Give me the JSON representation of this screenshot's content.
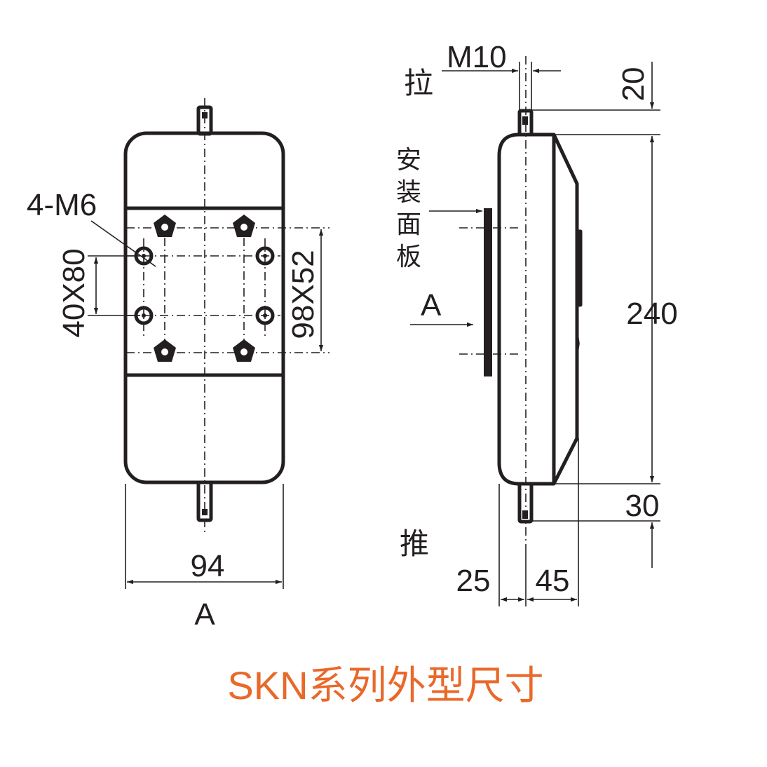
{
  "title": "SKN系列外型尺寸",
  "front_view": {
    "hole_label": "4-M6",
    "dim_vertical_left": "40X80",
    "dim_vertical_right": "98X52",
    "dim_width": "94",
    "view_label": "A"
  },
  "side_view": {
    "thread_label": "M10",
    "pull_label": "拉",
    "push_label": "推",
    "panel_label_lines": [
      "安",
      "装",
      "面",
      "板"
    ],
    "view_arrow_label": "A",
    "dim_top": "20",
    "dim_height": "240",
    "dim_bottom": "30",
    "dim_depth_left": "25",
    "dim_depth_right": "45"
  }
}
